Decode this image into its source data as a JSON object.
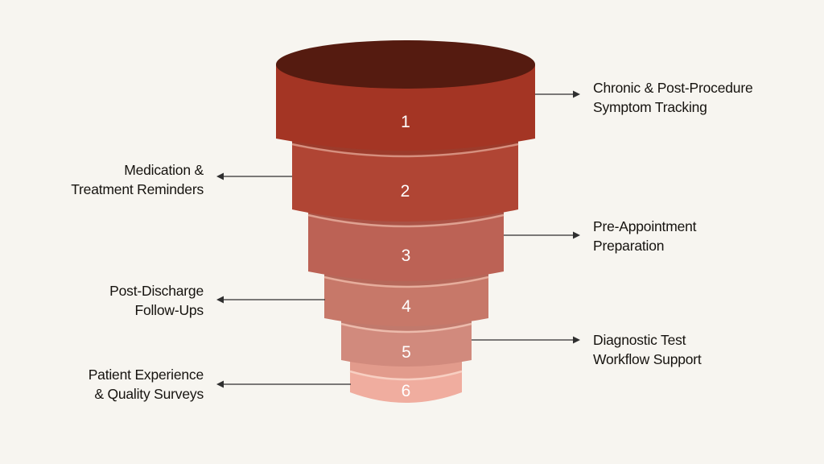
{
  "background_color": "#f7f5f0",
  "arrow_color": "#2f2f2f",
  "label_text_color": "#16130f",
  "funnel": {
    "number_color": "#ffffff",
    "levels": [
      {
        "number": "1",
        "side": "right",
        "cap_color": "#551b10",
        "body_color": "#a43524",
        "lip_color": "#8f2f20",
        "highlight_color": "#c25a47",
        "label_line1": "Chronic & Post-Procedure",
        "label_line2": "Symptom Tracking"
      },
      {
        "number": "2",
        "side": "left",
        "body_color": "#b04534",
        "lip_color": "#9c3b2b",
        "highlight_color": "#d68f7e",
        "label_line1": "Medication &",
        "label_line2": "Treatment Reminders"
      },
      {
        "number": "3",
        "side": "right",
        "body_color": "#bc6255",
        "lip_color": "#aa5245",
        "highlight_color": "#dfa191",
        "label_line1": "Pre-Appointment",
        "label_line2": "Preparation"
      },
      {
        "number": "4",
        "side": "left",
        "body_color": "#c77869",
        "lip_color": "#b56759",
        "highlight_color": "#e6ad9c",
        "label_line1": "Post-Discharge",
        "label_line2": "Follow-Ups"
      },
      {
        "number": "5",
        "side": "right",
        "body_color": "#d18a7d",
        "lip_color": "#c1796c",
        "highlight_color": "#ecbbac",
        "label_line1": "Diagnostic Test",
        "label_line2": "Workflow Support"
      },
      {
        "number": "6",
        "side": "left",
        "body_color": "#f0ad9f",
        "lip_color": "#e29b8c",
        "highlight_color": "#f8cfc2",
        "label_line1": "Patient Experience",
        "label_line2": "& Quality Surveys"
      }
    ]
  }
}
